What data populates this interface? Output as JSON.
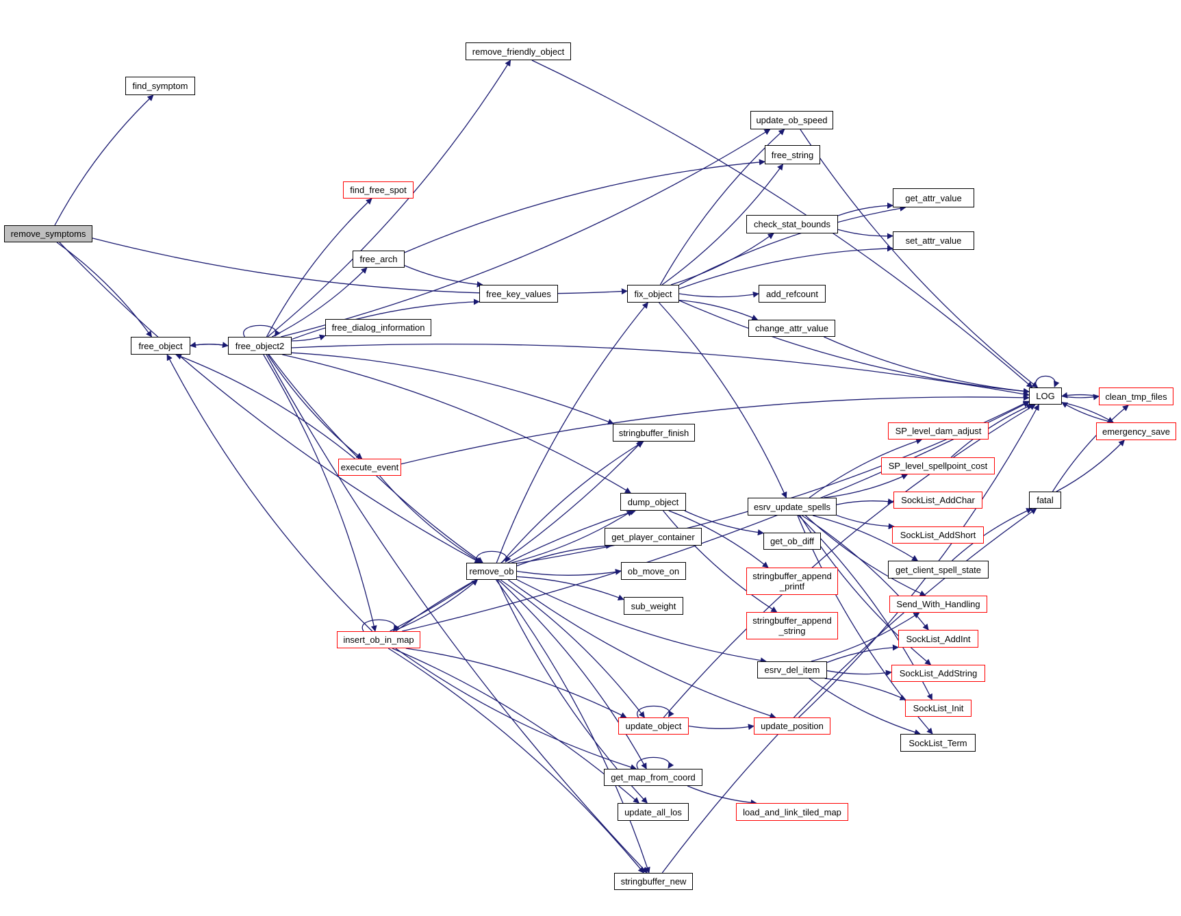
{
  "diagram": {
    "type": "call-graph",
    "colors": {
      "edge": "#191970",
      "node_border": "#000000",
      "truncated_node_border": "#ff0000",
      "root_fill": "#bfbfbf",
      "node_fill": "#ffffff"
    },
    "nodes": [
      {
        "id": "remove_symptoms",
        "label": "remove_symptoms",
        "style": "root"
      },
      {
        "id": "find_symptom",
        "label": "find_symptom",
        "style": "normal"
      },
      {
        "id": "remove_friendly_object",
        "label": "remove_friendly_object",
        "style": "normal"
      },
      {
        "id": "update_ob_speed",
        "label": "update_ob_speed",
        "style": "normal"
      },
      {
        "id": "free_string",
        "label": "free_string",
        "style": "normal"
      },
      {
        "id": "find_free_spot",
        "label": "find_free_spot",
        "style": "truncated"
      },
      {
        "id": "get_attr_value",
        "label": "get_attr_value",
        "style": "normal"
      },
      {
        "id": "check_stat_bounds",
        "label": "check_stat_bounds",
        "style": "normal"
      },
      {
        "id": "set_attr_value",
        "label": "set_attr_value",
        "style": "normal"
      },
      {
        "id": "free_arch",
        "label": "free_arch",
        "style": "normal"
      },
      {
        "id": "fix_object",
        "label": "fix_object",
        "style": "normal"
      },
      {
        "id": "add_refcount",
        "label": "add_refcount",
        "style": "normal"
      },
      {
        "id": "free_key_values",
        "label": "free_key_values",
        "style": "normal"
      },
      {
        "id": "change_attr_value",
        "label": "change_attr_value",
        "style": "normal"
      },
      {
        "id": "free_dialog_information",
        "label": "free_dialog_information",
        "style": "normal"
      },
      {
        "id": "free_object",
        "label": "free_object",
        "style": "normal"
      },
      {
        "id": "free_object2",
        "label": "free_object2",
        "style": "normal"
      },
      {
        "id": "LOG",
        "label": "LOG",
        "style": "normal"
      },
      {
        "id": "clean_tmp_files",
        "label": "clean_tmp_files",
        "style": "truncated"
      },
      {
        "id": "emergency_save",
        "label": "emergency_save",
        "style": "truncated"
      },
      {
        "id": "stringbuffer_finish",
        "label": "stringbuffer_finish",
        "style": "normal"
      },
      {
        "id": "SP_level_dam_adjust",
        "label": "SP_level_dam_adjust",
        "style": "truncated"
      },
      {
        "id": "execute_event",
        "label": "execute_event",
        "style": "truncated"
      },
      {
        "id": "SP_level_spellpoint_cost",
        "label": "SP_level_spellpoint_cost",
        "style": "truncated"
      },
      {
        "id": "dump_object",
        "label": "dump_object",
        "style": "normal"
      },
      {
        "id": "esrv_update_spells",
        "label": "esrv_update_spells",
        "style": "normal"
      },
      {
        "id": "SockList_AddChar",
        "label": "SockList_AddChar",
        "style": "truncated"
      },
      {
        "id": "fatal",
        "label": "fatal",
        "style": "normal"
      },
      {
        "id": "get_player_container",
        "label": "get_player_container",
        "style": "normal"
      },
      {
        "id": "get_ob_diff",
        "label": "get_ob_diff",
        "style": "normal"
      },
      {
        "id": "SockList_AddShort",
        "label": "SockList_AddShort",
        "style": "truncated"
      },
      {
        "id": "remove_ob",
        "label": "remove_ob",
        "style": "normal"
      },
      {
        "id": "ob_move_on",
        "label": "ob_move_on",
        "style": "normal"
      },
      {
        "id": "get_client_spell_state",
        "label": "get_client_spell_state",
        "style": "normal"
      },
      {
        "id": "stringbuffer_append_printf",
        "label": "stringbuffer_append\n_printf",
        "style": "truncated"
      },
      {
        "id": "sub_weight",
        "label": "sub_weight",
        "style": "normal"
      },
      {
        "id": "Send_With_Handling",
        "label": "Send_With_Handling",
        "style": "truncated"
      },
      {
        "id": "stringbuffer_append_string",
        "label": "stringbuffer_append\n_string",
        "style": "truncated"
      },
      {
        "id": "SockList_AddInt",
        "label": "SockList_AddInt",
        "style": "truncated"
      },
      {
        "id": "insert_ob_in_map",
        "label": "insert_ob_in_map",
        "style": "truncated"
      },
      {
        "id": "esrv_del_item",
        "label": "esrv_del_item",
        "style": "normal"
      },
      {
        "id": "SockList_AddString",
        "label": "SockList_AddString",
        "style": "truncated"
      },
      {
        "id": "SockList_Init",
        "label": "SockList_Init",
        "style": "truncated"
      },
      {
        "id": "update_object",
        "label": "update_object",
        "style": "truncated"
      },
      {
        "id": "update_position",
        "label": "update_position",
        "style": "truncated"
      },
      {
        "id": "SockList_Term",
        "label": "SockList_Term",
        "style": "normal"
      },
      {
        "id": "get_map_from_coord",
        "label": "get_map_from_coord",
        "style": "normal"
      },
      {
        "id": "update_all_los",
        "label": "update_all_los",
        "style": "normal"
      },
      {
        "id": "load_and_link_tiled_map",
        "label": "load_and_link_tiled_map",
        "style": "truncated"
      },
      {
        "id": "stringbuffer_new",
        "label": "stringbuffer_new",
        "style": "normal"
      }
    ],
    "edges": [
      [
        "remove_symptoms",
        "find_symptom"
      ],
      [
        "remove_symptoms",
        "fix_object"
      ],
      [
        "remove_symptoms",
        "free_object"
      ],
      [
        "remove_symptoms",
        "remove_ob"
      ],
      [
        "remove_friendly_object",
        "LOG"
      ],
      [
        "update_ob_speed",
        "LOG"
      ],
      [
        "check_stat_bounds",
        "get_attr_value"
      ],
      [
        "check_stat_bounds",
        "set_attr_value"
      ],
      [
        "free_arch",
        "free_string"
      ],
      [
        "free_arch",
        "free_key_values"
      ],
      [
        "fix_object",
        "update_ob_speed"
      ],
      [
        "fix_object",
        "free_string"
      ],
      [
        "fix_object",
        "get_attr_value"
      ],
      [
        "fix_object",
        "check_stat_bounds"
      ],
      [
        "fix_object",
        "set_attr_value"
      ],
      [
        "fix_object",
        "add_refcount"
      ],
      [
        "fix_object",
        "change_attr_value"
      ],
      [
        "fix_object",
        "LOG"
      ],
      [
        "fix_object",
        "esrv_update_spells"
      ],
      [
        "change_attr_value",
        "LOG"
      ],
      [
        "free_object",
        "free_object2"
      ],
      [
        "free_object2",
        "free_object"
      ],
      [
        "free_object2",
        "free_object2"
      ],
      [
        "free_object2",
        "remove_friendly_object"
      ],
      [
        "free_object2",
        "LOG"
      ],
      [
        "free_object2",
        "update_ob_speed"
      ],
      [
        "free_object2",
        "find_free_spot"
      ],
      [
        "free_object2",
        "free_arch"
      ],
      [
        "free_object2",
        "free_key_values"
      ],
      [
        "free_object2",
        "free_dialog_information"
      ],
      [
        "free_object2",
        "stringbuffer_finish"
      ],
      [
        "free_object2",
        "execute_event"
      ],
      [
        "free_object2",
        "dump_object"
      ],
      [
        "free_object2",
        "remove_ob"
      ],
      [
        "free_object2",
        "insert_ob_in_map"
      ],
      [
        "free_object2",
        "stringbuffer_new"
      ],
      [
        "LOG",
        "LOG"
      ],
      [
        "LOG",
        "clean_tmp_files"
      ],
      [
        "LOG",
        "emergency_save"
      ],
      [
        "clean_tmp_files",
        "LOG"
      ],
      [
        "emergency_save",
        "LOG"
      ],
      [
        "execute_event",
        "free_object"
      ],
      [
        "execute_event",
        "LOG"
      ],
      [
        "execute_event",
        "remove_ob"
      ],
      [
        "SP_level_spellpoint_cost",
        "LOG"
      ],
      [
        "dump_object",
        "get_ob_diff"
      ],
      [
        "dump_object",
        "stringbuffer_append_printf"
      ],
      [
        "dump_object",
        "stringbuffer_append_string"
      ],
      [
        "esrv_update_spells",
        "SP_level_dam_adjust"
      ],
      [
        "esrv_update_spells",
        "SP_level_spellpoint_cost"
      ],
      [
        "esrv_update_spells",
        "SockList_AddChar"
      ],
      [
        "esrv_update_spells",
        "SockList_AddShort"
      ],
      [
        "esrv_update_spells",
        "get_client_spell_state"
      ],
      [
        "esrv_update_spells",
        "Send_With_Handling"
      ],
      [
        "esrv_update_spells",
        "SockList_AddInt"
      ],
      [
        "esrv_update_spells",
        "SockList_AddString"
      ],
      [
        "esrv_update_spells",
        "SockList_Init"
      ],
      [
        "esrv_update_spells",
        "SockList_Term"
      ],
      [
        "fatal",
        "clean_tmp_files"
      ],
      [
        "fatal",
        "emergency_save"
      ],
      [
        "get_client_spell_state",
        "fatal"
      ],
      [
        "remove_ob",
        "remove_ob"
      ],
      [
        "remove_ob",
        "fix_object"
      ],
      [
        "remove_ob",
        "LOG"
      ],
      [
        "remove_ob",
        "stringbuffer_finish"
      ],
      [
        "remove_ob",
        "dump_object"
      ],
      [
        "remove_ob",
        "get_player_container"
      ],
      [
        "remove_ob",
        "ob_move_on"
      ],
      [
        "remove_ob",
        "sub_weight"
      ],
      [
        "remove_ob",
        "esrv_del_item"
      ],
      [
        "remove_ob",
        "update_object"
      ],
      [
        "remove_ob",
        "update_position"
      ],
      [
        "remove_ob",
        "get_map_from_coord"
      ],
      [
        "remove_ob",
        "update_all_los"
      ],
      [
        "remove_ob",
        "stringbuffer_new"
      ],
      [
        "insert_ob_in_map",
        "insert_ob_in_map"
      ],
      [
        "insert_ob_in_map",
        "free_object"
      ],
      [
        "insert_ob_in_map",
        "stringbuffer_finish"
      ],
      [
        "insert_ob_in_map",
        "dump_object"
      ],
      [
        "insert_ob_in_map",
        "remove_ob"
      ],
      [
        "insert_ob_in_map",
        "update_object"
      ],
      [
        "insert_ob_in_map",
        "get_map_from_coord"
      ],
      [
        "insert_ob_in_map",
        "update_all_los"
      ],
      [
        "insert_ob_in_map",
        "LOG"
      ],
      [
        "insert_ob_in_map",
        "stringbuffer_new"
      ],
      [
        "esrv_del_item",
        "Send_With_Handling"
      ],
      [
        "esrv_del_item",
        "SockList_AddInt"
      ],
      [
        "esrv_del_item",
        "SockList_AddString"
      ],
      [
        "esrv_del_item",
        "SockList_Init"
      ],
      [
        "esrv_del_item",
        "SockList_Term"
      ],
      [
        "update_object",
        "update_object"
      ],
      [
        "update_object",
        "update_position"
      ],
      [
        "update_object",
        "LOG"
      ],
      [
        "update_position",
        "LOG"
      ],
      [
        "get_map_from_coord",
        "get_map_from_coord"
      ],
      [
        "get_map_from_coord",
        "load_and_link_tiled_map"
      ],
      [
        "stringbuffer_new",
        "fatal"
      ]
    ]
  }
}
